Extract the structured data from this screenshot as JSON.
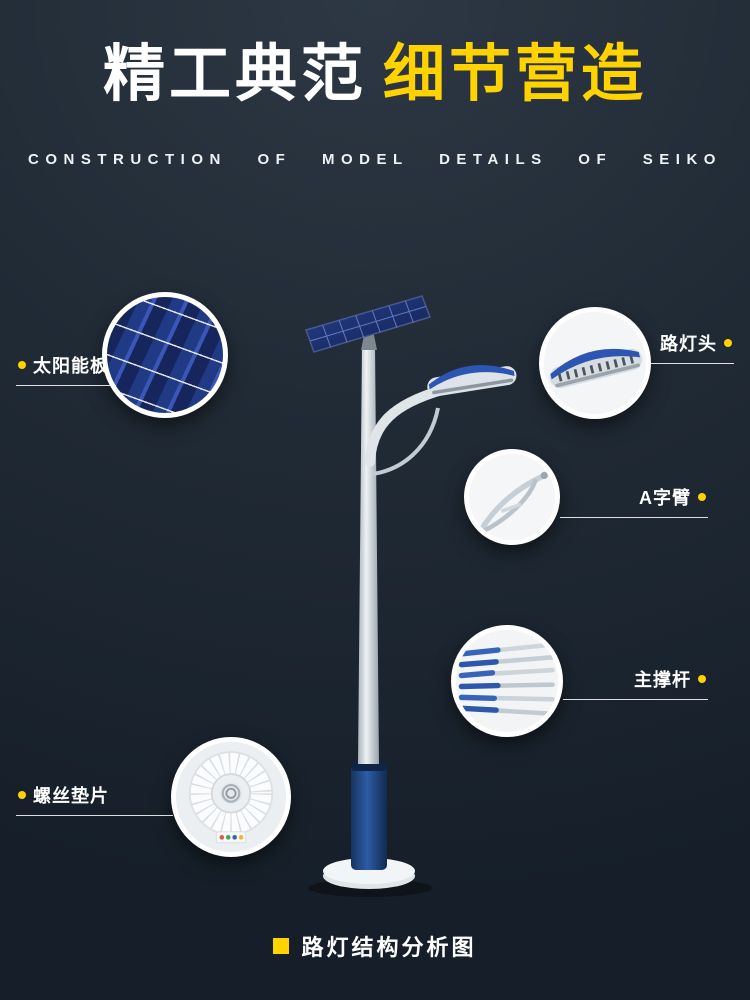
{
  "meta": {
    "accent_color": "#ffd200",
    "background_color": "#212b36",
    "panel_blue": "#2d55b2"
  },
  "header": {
    "title_white": "精工典范",
    "title_yellow": "细节营造",
    "subtitle": "CONSTRUCTION OF MODEL DETAILS OF SEIKO"
  },
  "callouts": [
    {
      "label": "太阳能板",
      "side": "left",
      "component": "solar-panel"
    },
    {
      "label": "路灯头",
      "side": "right",
      "component": "lamp-head"
    },
    {
      "label": "A字臂",
      "side": "right",
      "component": "a-shaped-arm"
    },
    {
      "label": "主撑杆",
      "side": "right",
      "component": "main-support-pole"
    },
    {
      "label": "螺丝垫片",
      "side": "left",
      "component": "screw-washers"
    }
  ],
  "icons": {
    "label_bullet": "yellow-dot",
    "caption_marker": "yellow-square"
  },
  "footer": {
    "caption": "路灯结构分析图"
  }
}
